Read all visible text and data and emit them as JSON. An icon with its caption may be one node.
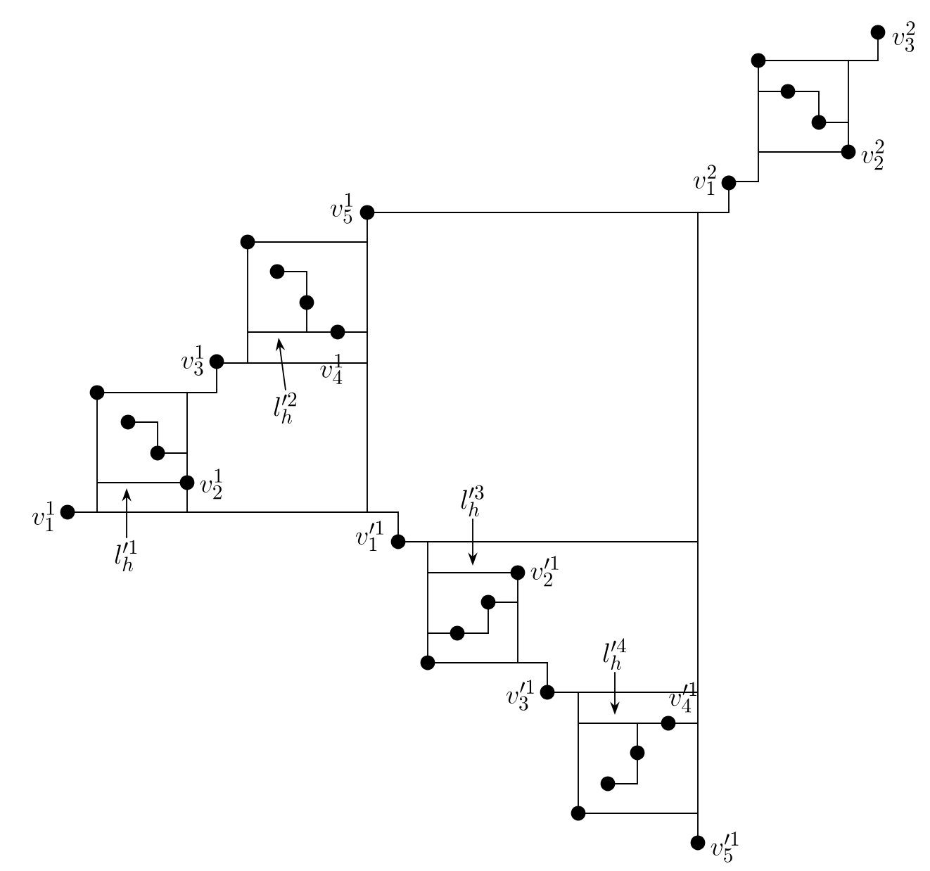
{
  "diagram": {
    "nodes": [
      {
        "text": [
          "l_h'^2"
        ]
      },
      {
        "text": [
          "l_h'^3"
        ]
      },
      {
        "text": [
          "l_h'^1"
        ]
      },
      {
        "text": [
          "l_h'^4"
        ]
      }
    ],
    "edges": [
      {
        "from": 0,
        "to": null,
        "arrow": "to"
      },
      {
        "from": 1,
        "to": null,
        "arrow": "to"
      },
      {
        "from": 2,
        "to": null,
        "arrow": "to"
      },
      {
        "from": 3,
        "to": null,
        "arrow": "to"
      }
    ],
    "labels": [
      "v_3^2",
      "v_2^2",
      "v_1^2",
      "v_5^1",
      "v_3^1",
      "v_4^1",
      "v_2^1",
      "v_1^1",
      "v_1'^1",
      "v_2'^1",
      "v_3'^1",
      "v_4'^1",
      "v_5'^1"
    ]
  }
}
